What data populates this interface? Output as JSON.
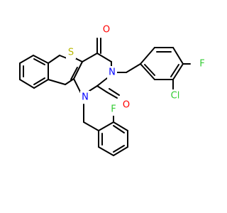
{
  "molecule": {
    "atoms": [
      {
        "id": "S1",
        "label": "S",
        "color": "#b8b800"
      },
      {
        "id": "O1",
        "label": "O",
        "color": "#ff0000"
      },
      {
        "id": "O2",
        "label": "O",
        "color": "#ff0000"
      },
      {
        "id": "N1",
        "label": "N",
        "color": "#0000ff"
      },
      {
        "id": "N2",
        "label": "N",
        "color": "#0000ff"
      },
      {
        "id": "F1",
        "label": "F",
        "color": "#33cc33"
      },
      {
        "id": "Cl1",
        "label": "Cl",
        "color": "#33cc33"
      },
      {
        "id": "F2",
        "label": "F",
        "color": "#33cc33"
      }
    ]
  }
}
